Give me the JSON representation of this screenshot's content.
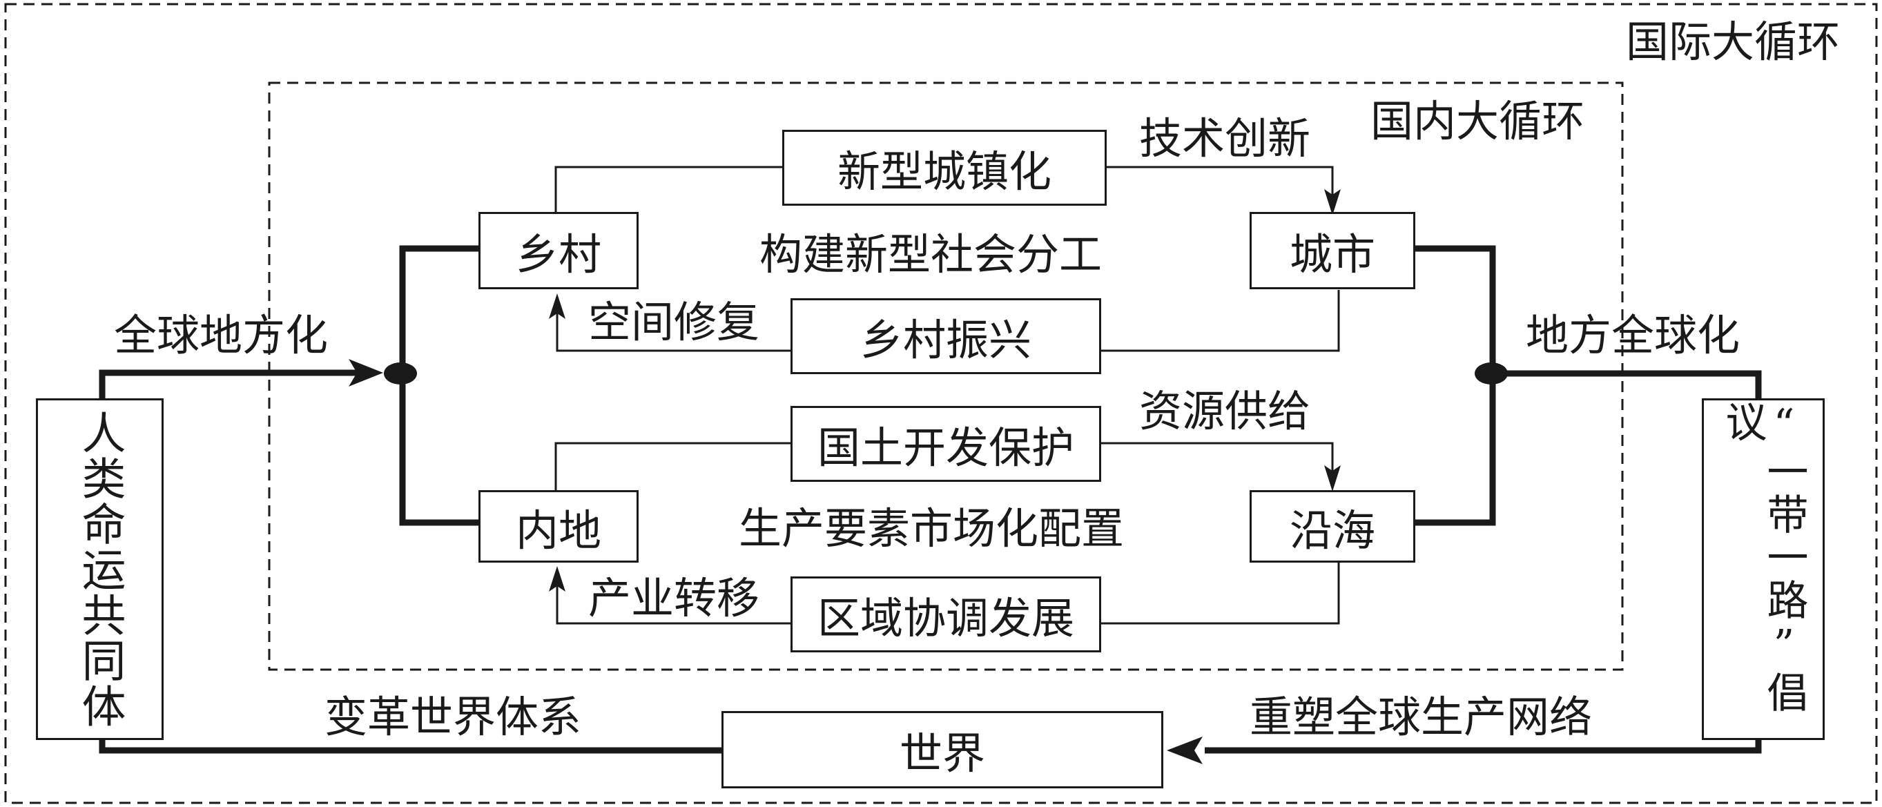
{
  "regions": {
    "outer": "国际大循环",
    "inner": "国内大循环"
  },
  "nodes": {
    "rural": "乡村",
    "city": "城市",
    "inland": "内地",
    "coastal": "沿海",
    "world": "世界",
    "community": "人类命运共同体",
    "belt_road": "“一带一路”倡议"
  },
  "center_boxes": {
    "urbanization": "新型城镇化",
    "rural_revitalization": "乡村振兴",
    "land_development": "国土开发保护",
    "regional_development": "区域协调发展"
  },
  "labels": {
    "tech_innovation": "技术创新",
    "spatial_repair": "空间修复",
    "division_of_labor": "构建新型社会分工",
    "resource_supply": "资源供给",
    "industry_transfer": "产业转移",
    "market_allocation": "生产要素市场化配置",
    "glocalization": "全球地方化",
    "localglobalization": "地方全球化",
    "reform_world": "变革世界体系",
    "reshape_network": "重塑全球生产网络"
  }
}
